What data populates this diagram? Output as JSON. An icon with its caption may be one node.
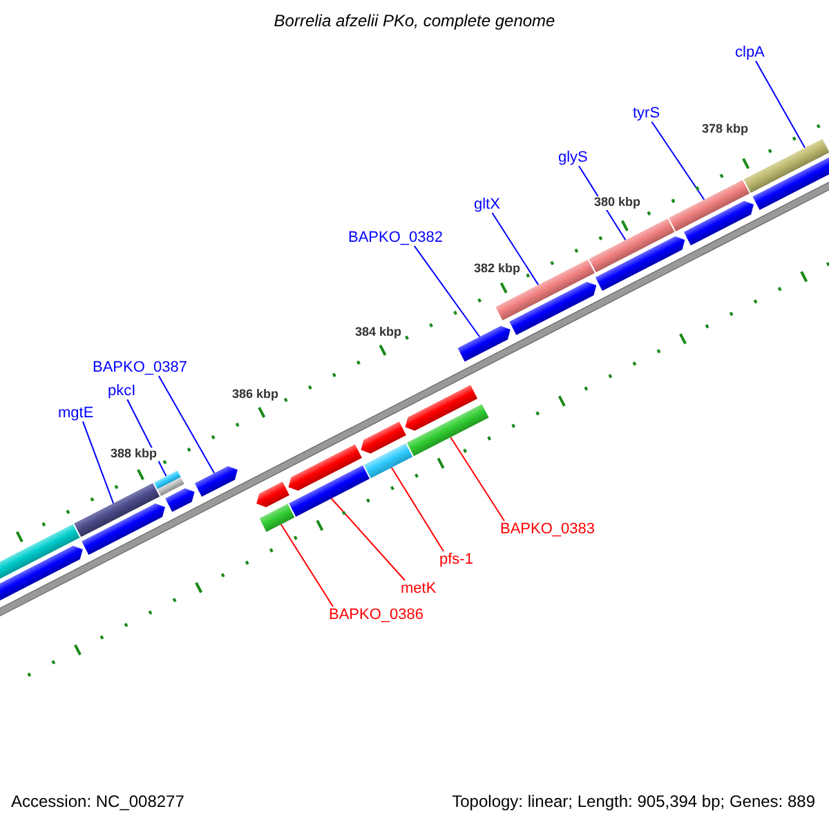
{
  "diagram": {
    "title": "Borrelia afzelii PKo, complete genome",
    "nodes": [
      {
        "text": [
          "clpA"
        ]
      },
      {
        "text": [
          "tyrS"
        ]
      },
      {
        "text": [
          "glyS"
        ]
      },
      {
        "text": [
          "gltX"
        ]
      },
      {
        "text": [
          "BAPKO_0382"
        ]
      },
      {
        "text": [
          "BAPKO_0387"
        ]
      },
      {
        "text": [
          "pkcI"
        ]
      },
      {
        "text": [
          "mgtE"
        ]
      },
      {
        "text": [
          "BAPKO_0383"
        ]
      },
      {
        "text": [
          "pfs-1"
        ]
      },
      {
        "text": [
          "metK"
        ]
      },
      {
        "text": [
          "BAPKO_0386"
        ]
      },
      {
        "text": [],
        "shape": "bar"
      },
      {
        "text": [],
        "shape": "bar"
      },
      {
        "text": [],
        "shape": "bar"
      },
      {
        "text": [],
        "shape": "bar"
      },
      {
        "text": [],
        "shape": "bar"
      },
      {
        "text": [],
        "shape": "bar"
      },
      {
        "text": [],
        "shape": "bar"
      },
      {
        "text": [],
        "shape": "bar"
      },
      {
        "text": [],
        "shape": "bar"
      },
      {
        "text": [],
        "shape": "bar"
      },
      {
        "text": [],
        "shape": "bar"
      },
      {
        "text": [],
        "shape": "bar"
      }
    ],
    "edges": [
      {
        "from": 0,
        "to": 12,
        "arrow": "none"
      },
      {
        "from": 1,
        "to": 13,
        "arrow": "none"
      },
      {
        "from": 2,
        "to": 14,
        "arrow": "none"
      },
      {
        "from": 3,
        "to": 15,
        "arrow": "none"
      },
      {
        "from": 4,
        "to": 16,
        "arrow": "none"
      },
      {
        "from": 5,
        "to": 17,
        "arrow": "none"
      },
      {
        "from": 6,
        "to": 18,
        "arrow": "none"
      },
      {
        "from": 7,
        "to": 19,
        "arrow": "none"
      },
      {
        "from": 8,
        "to": 20,
        "arrow": "none",
        "color": "#ff0000"
      },
      {
        "from": 9,
        "to": 21,
        "arrow": "none",
        "color": "#ff0000"
      },
      {
        "from": 10,
        "to": 22,
        "arrow": "none",
        "color": "#ff0000"
      },
      {
        "from": 11,
        "to": 23,
        "arrow": "none",
        "color": "#ff0000"
      }
    ],
    "labels": [
      "378 kbp",
      "380 kbp",
      "382 kbp",
      "384 kbp",
      "386 kbp",
      "388 kbp",
      "Accession: NC_008277",
      "Topology: linear; Length: 905,394 bp; Genes: 889"
    ]
  }
}
